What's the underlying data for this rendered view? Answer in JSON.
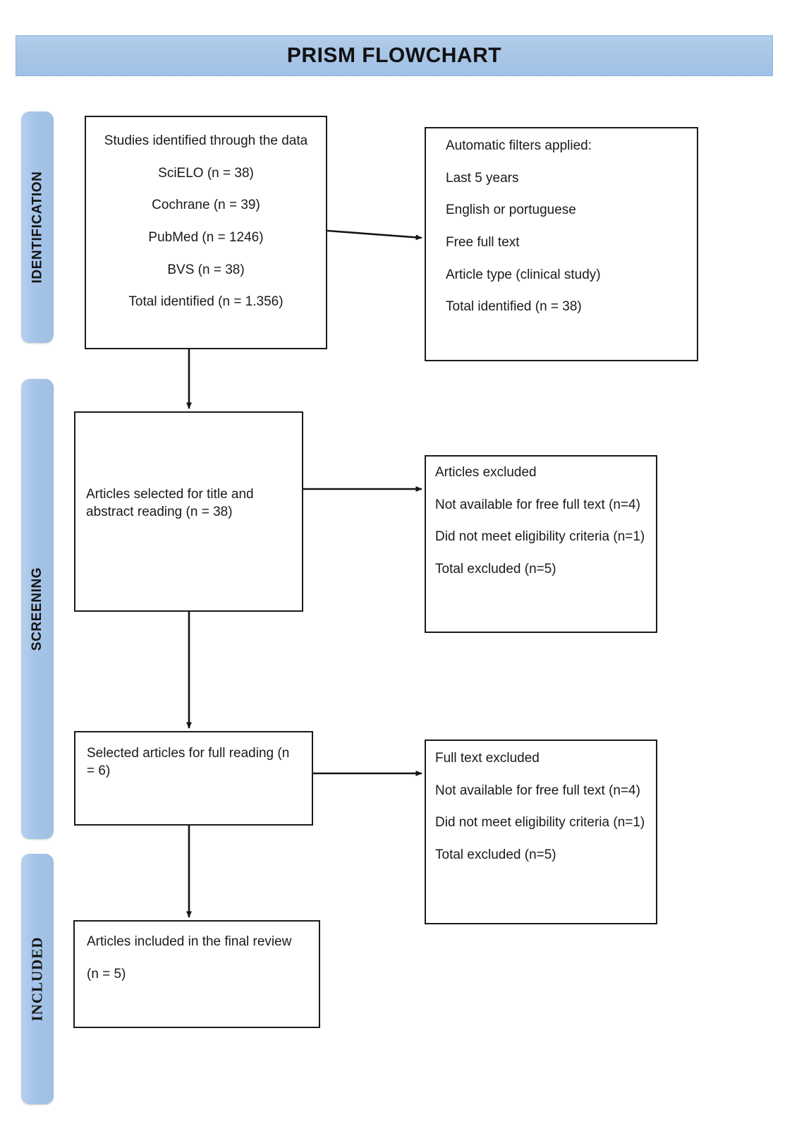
{
  "header": {
    "title": "PRISM FLOWCHART"
  },
  "phases": [
    {
      "id": "identification",
      "label": "IDENTIFICATION"
    },
    {
      "id": "screening",
      "label": "SCREENING"
    },
    {
      "id": "included",
      "label": "INCLUDED"
    }
  ],
  "boxes": {
    "identified": {
      "lines": [
        "Studies identified through the data",
        "SciELO (n = 38)",
        "Cochrane (n = 39)",
        "PubMed (n = 1246)",
        "BVS (n = 38)",
        "Total identified (n = 1.356)"
      ]
    },
    "filters": {
      "lines": [
        "Automatic filters  applied:",
        "Last 5 years",
        "English or portuguese",
        "Free full text",
        "Article type (clinical study)",
        "Total identified (n = 38)"
      ]
    },
    "selected": {
      "lines": [
        "Articles selected for title and abstract reading (n = 38)"
      ]
    },
    "excluded_screening": {
      "lines": [
        "Articles excluded",
        "Not available for free full text (n=4)",
        "Did not meet eligibility criteria (n=1)",
        "Total excluded (n=5)"
      ]
    },
    "full_reading": {
      "lines": [
        "Selected articles for full reading (n = 6)"
      ]
    },
    "excluded_fulltext": {
      "lines": [
        "Full text excluded",
        "Not available for free full text (n=4)",
        "Did not meet eligibility criteria (n=1)",
        "Total excluded (n=5)"
      ]
    },
    "included": {
      "lines": [
        "Articles included in the final review",
        "(n = 5)"
      ]
    }
  },
  "colors": {
    "banner": "#a9c6e7",
    "tab": "#a6c4e8",
    "box_border": "#1b1b1b",
    "connector": "#141414",
    "text": "#1a1a1a"
  },
  "chart_data": {
    "type": "flowchart",
    "title": "PRISM FLOWCHART",
    "nodes": [
      {
        "id": "identified",
        "phase": "IDENTIFICATION",
        "n": 1356
      },
      {
        "id": "filters",
        "phase": "IDENTIFICATION",
        "n": 38
      },
      {
        "id": "selected",
        "phase": "SCREENING",
        "n": 38
      },
      {
        "id": "excluded_screening",
        "phase": "SCREENING",
        "n": 5
      },
      {
        "id": "full_reading",
        "phase": "SCREENING",
        "n": 6
      },
      {
        "id": "excluded_fulltext",
        "phase": "SCREENING",
        "n": 5
      },
      {
        "id": "included",
        "phase": "INCLUDED",
        "n": 5
      }
    ],
    "edges": [
      {
        "from": "identified",
        "to": "filters"
      },
      {
        "from": "identified",
        "to": "selected"
      },
      {
        "from": "selected",
        "to": "excluded_screening"
      },
      {
        "from": "selected",
        "to": "full_reading"
      },
      {
        "from": "full_reading",
        "to": "excluded_fulltext"
      },
      {
        "from": "full_reading",
        "to": "included"
      }
    ]
  }
}
